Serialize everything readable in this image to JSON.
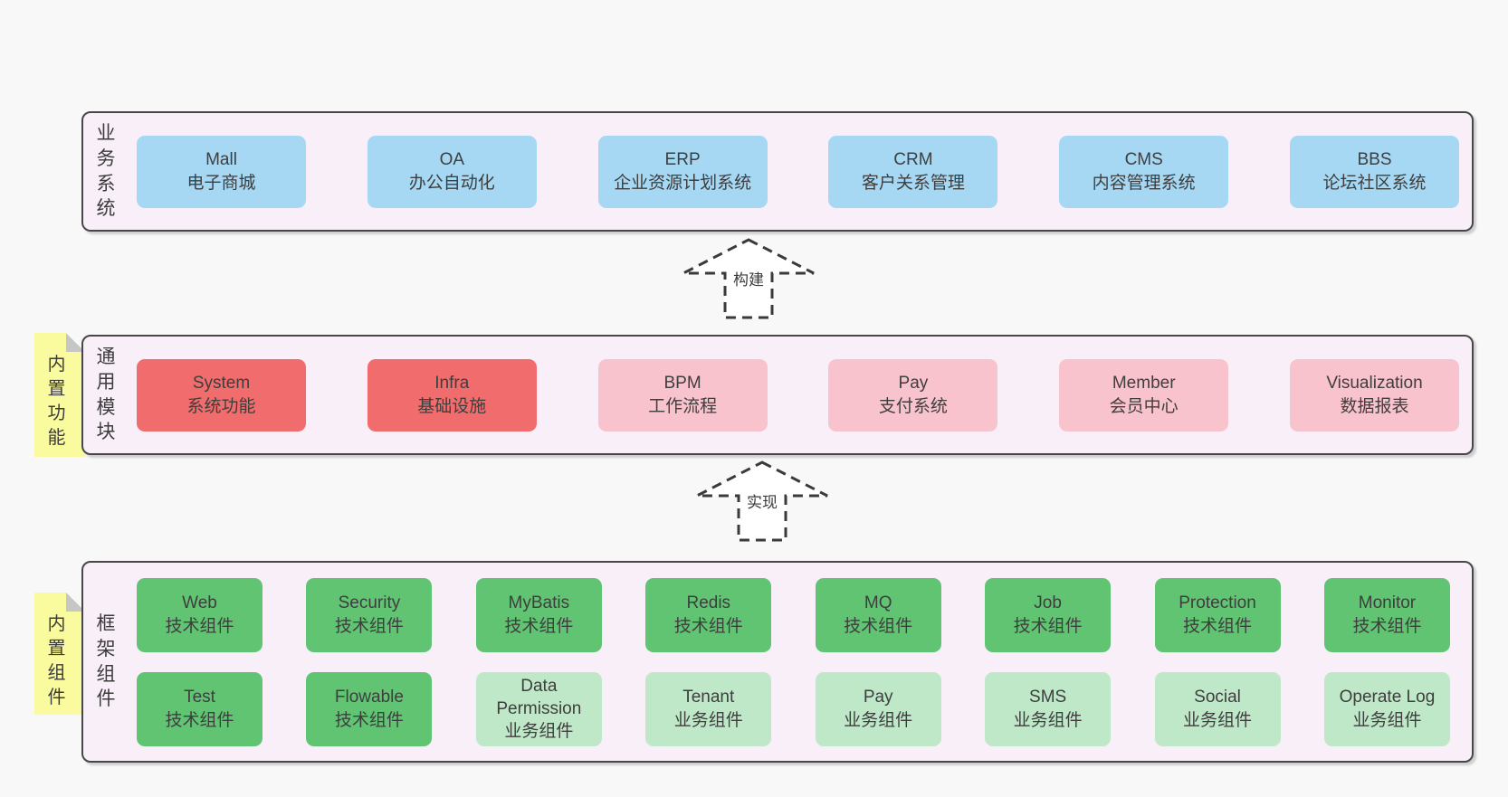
{
  "diagram": {
    "background": "#f8f8f8",
    "layers": [
      {
        "label": "业务系统",
        "boxes": [
          {
            "title": "Mall",
            "subtitle": "电子商城"
          },
          {
            "title": "OA",
            "subtitle": "办公自动化"
          },
          {
            "title": "ERP",
            "subtitle": "企业资源计划系统"
          },
          {
            "title": "CRM",
            "subtitle": "客户关系管理"
          },
          {
            "title": "CMS",
            "subtitle": "内容管理系统"
          },
          {
            "title": "BBS",
            "subtitle": "论坛社区系统"
          }
        ]
      },
      {
        "label": "通用模块",
        "sticky": "内置功能",
        "boxes": [
          {
            "title": "System",
            "subtitle": "系统功能"
          },
          {
            "title": "Infra",
            "subtitle": "基础设施"
          },
          {
            "title": "BPM",
            "subtitle": "工作流程"
          },
          {
            "title": "Pay",
            "subtitle": "支付系统"
          },
          {
            "title": "Member",
            "subtitle": "会员中心"
          },
          {
            "title": "Visualization",
            "subtitle": "数据报表"
          }
        ]
      },
      {
        "label": "框架组件",
        "sticky": "内置组件",
        "rows": [
          [
            {
              "title": "Web",
              "subtitle": "技术组件"
            },
            {
              "title": "Security",
              "subtitle": "技术组件"
            },
            {
              "title": "MyBatis",
              "subtitle": "技术组件"
            },
            {
              "title": "Redis",
              "subtitle": "技术组件"
            },
            {
              "title": "MQ",
              "subtitle": "技术组件"
            },
            {
              "title": "Job",
              "subtitle": "技术组件"
            },
            {
              "title": "Protection",
              "subtitle": "技术组件"
            },
            {
              "title": "Monitor",
              "subtitle": "技术组件"
            }
          ],
          [
            {
              "title": "Test",
              "subtitle": "技术组件"
            },
            {
              "title": "Flowable",
              "subtitle": "技术组件"
            },
            {
              "title": "Data Permission",
              "subtitle": "业务组件"
            },
            {
              "title": "Tenant",
              "subtitle": "业务组件"
            },
            {
              "title": "Pay",
              "subtitle": "业务组件"
            },
            {
              "title": "SMS",
              "subtitle": "业务组件"
            },
            {
              "title": "Social",
              "subtitle": "业务组件"
            },
            {
              "title": "Operate Log",
              "subtitle": "业务组件"
            }
          ]
        ]
      }
    ],
    "arrows": [
      {
        "label": "构建"
      },
      {
        "label": "实现"
      }
    ],
    "colors": {
      "business_box": "#a6d8f4",
      "core_module_box": "#f16c6c",
      "optional_module_box": "#f9c3cd",
      "tech_component_box": "#61c473",
      "biz_component_box": "#bfe8c8",
      "sticky_note": "#fafa9e",
      "layer_background": "#f9eff8",
      "layer_border": "#474747"
    }
  }
}
